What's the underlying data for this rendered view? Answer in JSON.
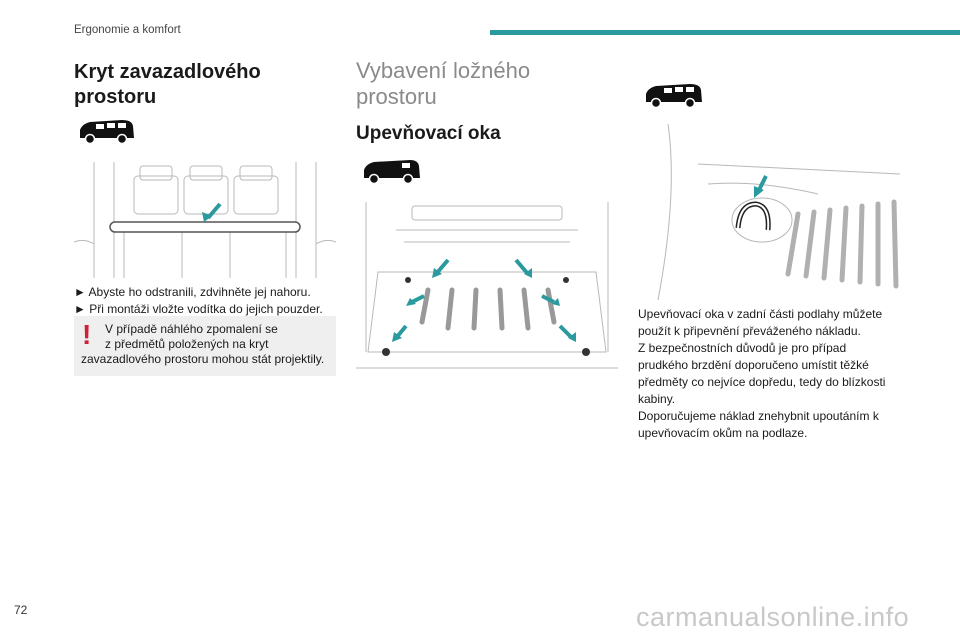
{
  "header": {
    "section": "Ergonomie a komfort"
  },
  "col1": {
    "title_line1": "Kryt zavazadlového",
    "title_line2": "prostoru",
    "bullet1": "► Abyste ho odstranili, zdvihněte jej nahoru.",
    "bullet2": "► Při montáži vložte vodítka do jejich pouzder.",
    "warning_mark": "!",
    "warning_line1": "V případě náhlého zpomalení se",
    "warning_line2": "z předmětů položených na kryt",
    "warning_line3": "zavazadlového prostoru mohou stát projektily."
  },
  "col2": {
    "title_line1": "Vybavení ložného",
    "title_line2": "prostoru",
    "subtitle": "Upevňovací oka"
  },
  "col3": {
    "lines": [
      "Upevňovací oka v zadní části podlahy můžete",
      "použít k připevnění převáženého nákladu.",
      "Z bezpečnostních důvodů je pro případ",
      "prudkého brzdění doporučeno umístit těžké",
      "předměty co nejvíce dopředu, tedy do blízkosti",
      "kabiny.",
      "Doporučujeme náklad znehybnit upoutáním k",
      "upevňovacím okům na podlaze."
    ]
  },
  "footer": {
    "page_number": "72",
    "watermark": "carmanualsonline.info"
  },
  "colors": {
    "accent": "#2a9a9e",
    "warning": "#d21e36"
  }
}
